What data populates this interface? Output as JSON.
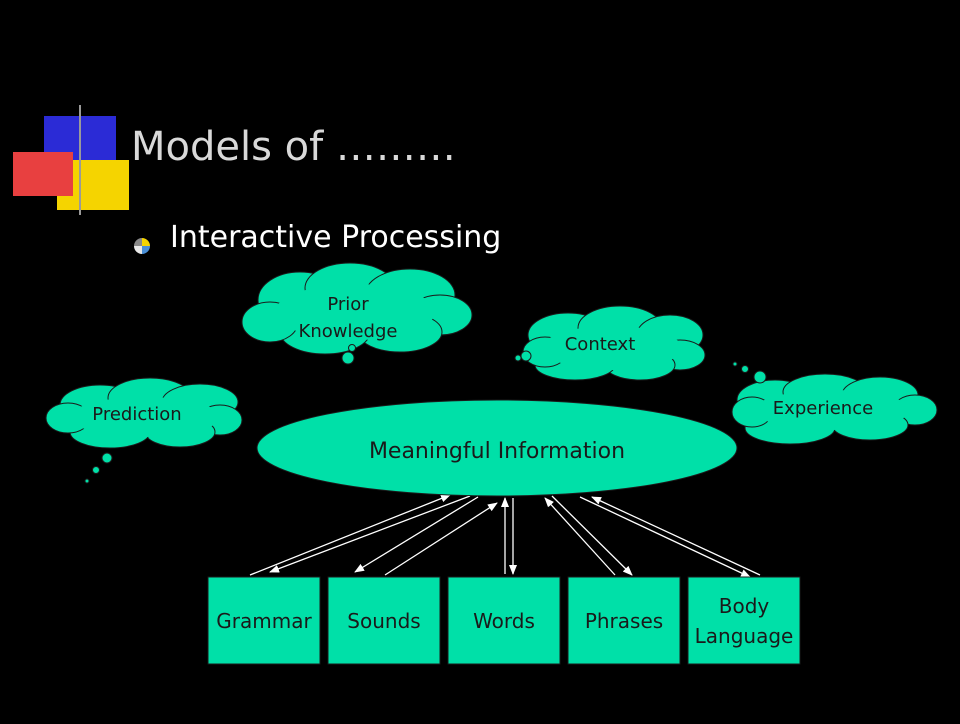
{
  "slide": {
    "title": "Models of ………",
    "bullet": "Interactive Processing"
  },
  "diagram": {
    "center": "Meaningful Information",
    "clouds": {
      "prior_knowledge": [
        "Prior",
        "Knowledge"
      ],
      "context": "Context",
      "prediction": "Prediction",
      "experience": "Experience"
    },
    "boxes": {
      "grammar": "Grammar",
      "sounds": "Sounds",
      "words": "Words",
      "phrases": "Phrases",
      "body_language": [
        "Body",
        "Language"
      ]
    }
  },
  "colors": {
    "background": "#000000",
    "shape_fill": "#00e0a8",
    "shape_stroke": "#1a1a1a",
    "title_text": "#d9d9d9",
    "accent_blue": "#2b2bd6",
    "accent_red": "#e84040",
    "accent_yellow": "#f5d400"
  }
}
